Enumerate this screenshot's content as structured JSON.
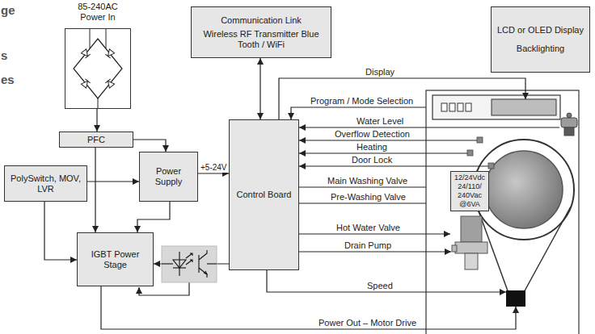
{
  "diagram": {
    "nodes": [
      {
        "text": [
          "85-240AC Power In"
        ]
      },
      {
        "text": [
          "Communication Link",
          "Wireless RF Transmitter Blue Tooth / WiFi"
        ]
      },
      {
        "text": [
          "LCD or OLED Display",
          "Backlighting"
        ]
      },
      {
        "text": [
          "PFC"
        ]
      },
      {
        "text": [
          "PolySwitch, MOV, LVR"
        ]
      },
      {
        "text": [
          "Power Supply"
        ]
      },
      {
        "text": [
          "Control Board"
        ]
      },
      {
        "text": [
          "IGBT Power Stage"
        ]
      },
      {
        "text": [
          "12/24Vdc 24/110/ 240Vac @6VA"
        ]
      }
    ],
    "edges": [
      {
        "from": 0,
        "to": 3,
        "arrow": "to"
      },
      {
        "from": 3,
        "to": 5,
        "arrow": "to"
      },
      {
        "from": 3,
        "to": 7,
        "arrow": "to"
      },
      {
        "from": 4,
        "to": 5,
        "arrow": "to"
      },
      {
        "from": 4,
        "to": 7,
        "arrow": "to"
      },
      {
        "from": 5,
        "to": 7,
        "arrow": "to"
      },
      {
        "from": 5,
        "to": 6,
        "label": "+5-24V",
        "arrow": "to"
      },
      {
        "from": 1,
        "to": 6,
        "arrow": "both"
      },
      {
        "from": 6,
        "to": 8,
        "label": "Main Washing Valve",
        "arrow": "to"
      },
      {
        "from": 6,
        "to": 8,
        "label": "Pre-Washing Valve",
        "arrow": "to"
      },
      {
        "from": 6,
        "to": 7,
        "arrow": "to"
      }
    ],
    "labels": [
      "ge",
      "s",
      "es",
      "Display",
      "Program / Mode Selection",
      "Water Level",
      "Overflow Detection",
      "Heating",
      "Door Lock",
      "Hot Water Valve",
      "Drain Pump",
      "Speed",
      "Power Out – Motor Drive"
    ]
  }
}
